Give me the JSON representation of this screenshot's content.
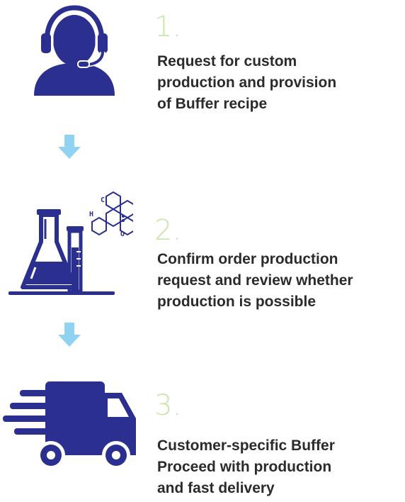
{
  "colors": {
    "icon": "#2b2f8f",
    "arrow": "#8fd2f2",
    "number": "#c8e6a8",
    "text": "#2b2b2b"
  },
  "steps": [
    {
      "number": "1.",
      "text": "Request for custom\nproduction and provision\nof Buffer recipe",
      "icon": "headset-support-icon"
    },
    {
      "number": "2.",
      "text": "Confirm order production\nrequest and review whether\nproduction is possible",
      "icon": "lab-flask-molecule-icon"
    },
    {
      "number": "3.",
      "text": "Customer-specific Buffer\nProceed with production\nand fast delivery",
      "icon": "delivery-truck-icon"
    }
  ],
  "molecule_labels": {
    "h": "H",
    "c": "C",
    "o": "O"
  },
  "arrows": [
    "down-arrow-icon",
    "down-arrow-icon"
  ]
}
